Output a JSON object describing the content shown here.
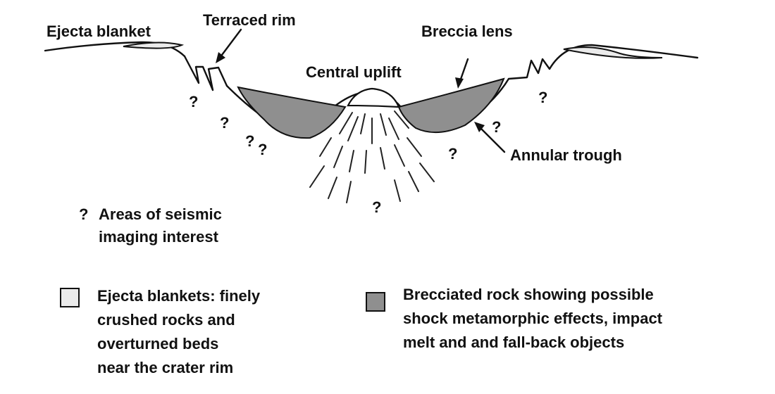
{
  "labels": {
    "ejecta_blanket": "Ejecta blanket",
    "terraced_rim": "Terraced rim",
    "breccia_lens": "Breccia lens",
    "central_uplift": "Central uplift",
    "annular_trough": "Annular trough"
  },
  "question_mark": "?",
  "legend": {
    "seismic": {
      "symbol": "?",
      "lines": [
        "Areas of seismic",
        "imaging interest"
      ]
    },
    "ejecta": {
      "lines": [
        "Ejecta blankets: finely",
        "crushed rocks and",
        "overturned beds",
        "near the crater rim"
      ],
      "swatch_color": "#ebebeb"
    },
    "breccia": {
      "lines": [
        "Brecciated rock showing possible",
        "shock metamorphic effects, impact",
        "melt and and fall-back objects"
      ],
      "swatch_color": "#8f8f8f"
    }
  },
  "colors": {
    "ink": "#111111",
    "ejecta_fill": "#ebebeb",
    "breccia_fill": "#8f8f8f"
  }
}
